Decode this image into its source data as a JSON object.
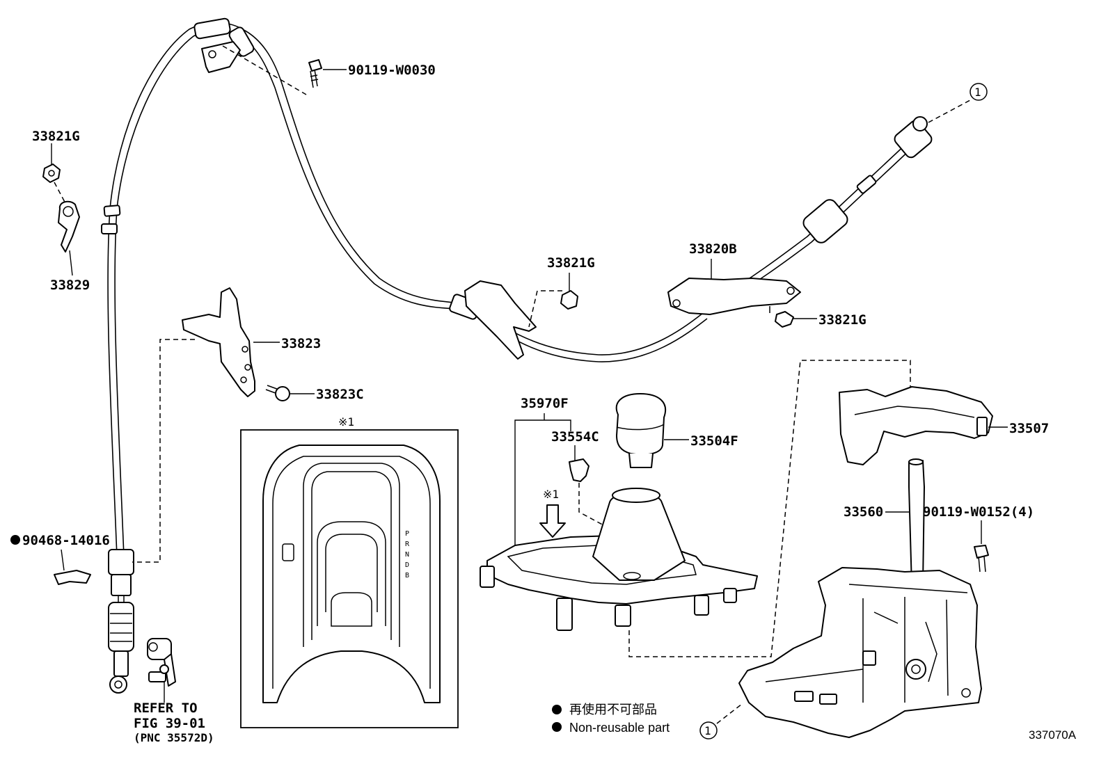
{
  "labels": {
    "p_90119_w0030": "90119-W0030",
    "p_33821g_a": "33821G",
    "p_33829": "33829",
    "p_33821g_b": "33821G",
    "p_33820b": "33820B",
    "p_33821g_c": "33821G",
    "p_33823": "33823",
    "p_33823c": "33823C",
    "p_35970f": "35970F",
    "p_33554c": "33554C",
    "p_33504f": "33504F",
    "p_33507": "33507",
    "p_33560": "33560",
    "p_90119_w0152": "90119-W0152(4)",
    "p_90468_14016": "90468-14016",
    "ref_circle_top": "1",
    "ref_circle_bottom": "1",
    "note_mark_inset": "※1",
    "note_mark_arrow": "※1"
  },
  "refer": {
    "line1": "REFER TO",
    "line2": "FIG 39-01",
    "line3": "(PNC 35572D)"
  },
  "inset": {
    "gear_letters": [
      "P",
      "R",
      "N",
      "D",
      "B"
    ]
  },
  "legend": {
    "jp": "再使用不可部品",
    "en": "Non-reusable part"
  },
  "diagram_id": "337070A"
}
